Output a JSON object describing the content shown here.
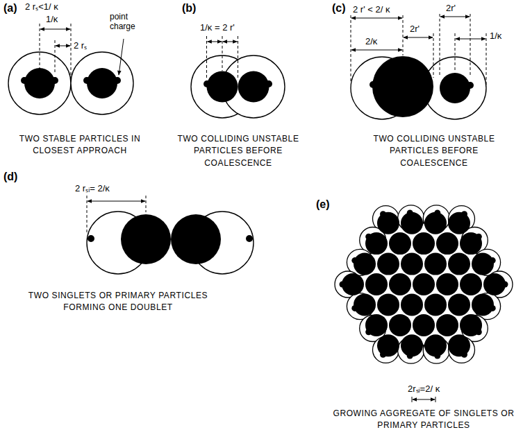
{
  "diagram": {
    "labels": [
      "(a)",
      "2 rₛ<1/ κ",
      "1/κ",
      "2 rₛ",
      "point charge",
      "TWO STABLE PARTICLES IN CLOSEST APPROACH",
      "(b)",
      "1/κ = 2 r'",
      "TWO COLLIDING UNSTABLE PARTICLES BEFORE COALESCENCE",
      "(c)",
      "2 r' < 2/ κ",
      "2r'",
      "2r'",
      "2/κ",
      "1/κ",
      "TWO COLLIDING UNSTABLE PARTICLES BEFORE COALESCENCE",
      "(d)",
      "2 rₛᵢ= 2/κ",
      "TWO SINGLETS OR PRIMARY PARTICLES FORMING ONE DOUBLET",
      "(e)",
      "2rₛᵢ=2/ κ",
      "GROWING AGGREGATE OF SINGLETS OR PRIMARY PARTICLES"
    ]
  }
}
